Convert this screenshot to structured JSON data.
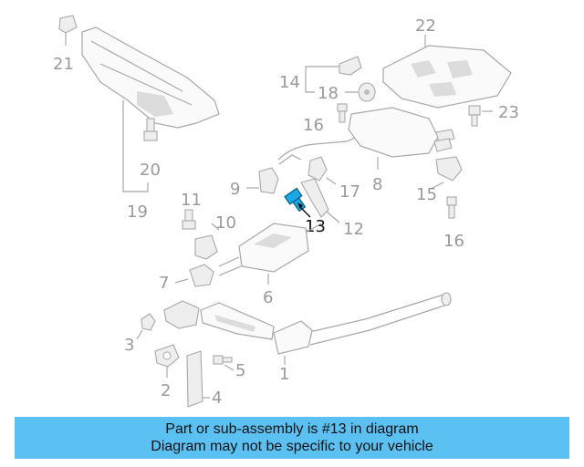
{
  "diagram": {
    "highlight_color": "#1ea7e6",
    "labels": {
      "p1": "1",
      "p2": "2",
      "p3": "3",
      "p4": "4",
      "p5": "5",
      "p6": "6",
      "p7": "7",
      "p8": "8",
      "p9": "9",
      "p10": "10",
      "p11": "11",
      "p12": "12",
      "p13": "13",
      "p14": "14",
      "p15": "15",
      "p16a": "16",
      "p16b": "16",
      "p17": "17",
      "p18": "18",
      "p19": "19",
      "p20": "20",
      "p21": "21",
      "p22": "22",
      "p23": "23"
    }
  },
  "banner": {
    "color": "#5bc1f3",
    "line1": "Part or sub-assembly is #13 in diagram",
    "line2": "Diagram may not be specific to your vehicle"
  }
}
